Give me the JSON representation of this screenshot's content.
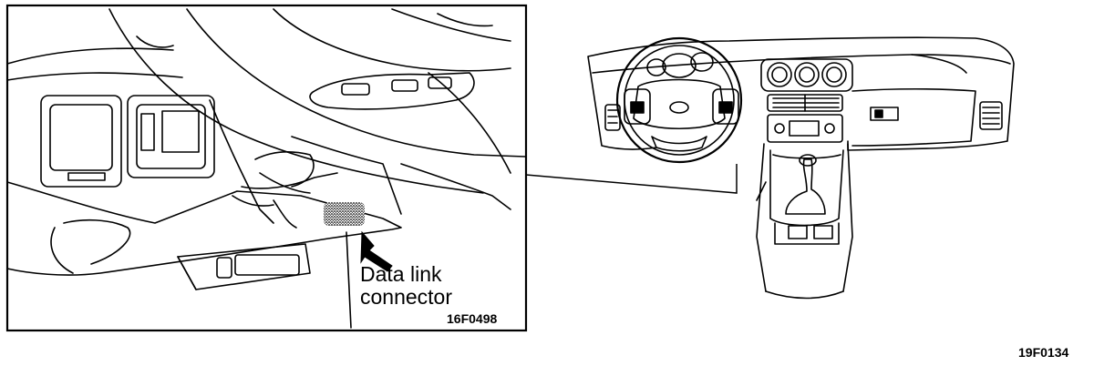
{
  "callout": {
    "line1": "Data link",
    "line2": "connector"
  },
  "inset_figure_code": "16F0498",
  "figure_code": "19F0134",
  "colors": {
    "ink": "#000000",
    "paper": "#ffffff"
  }
}
